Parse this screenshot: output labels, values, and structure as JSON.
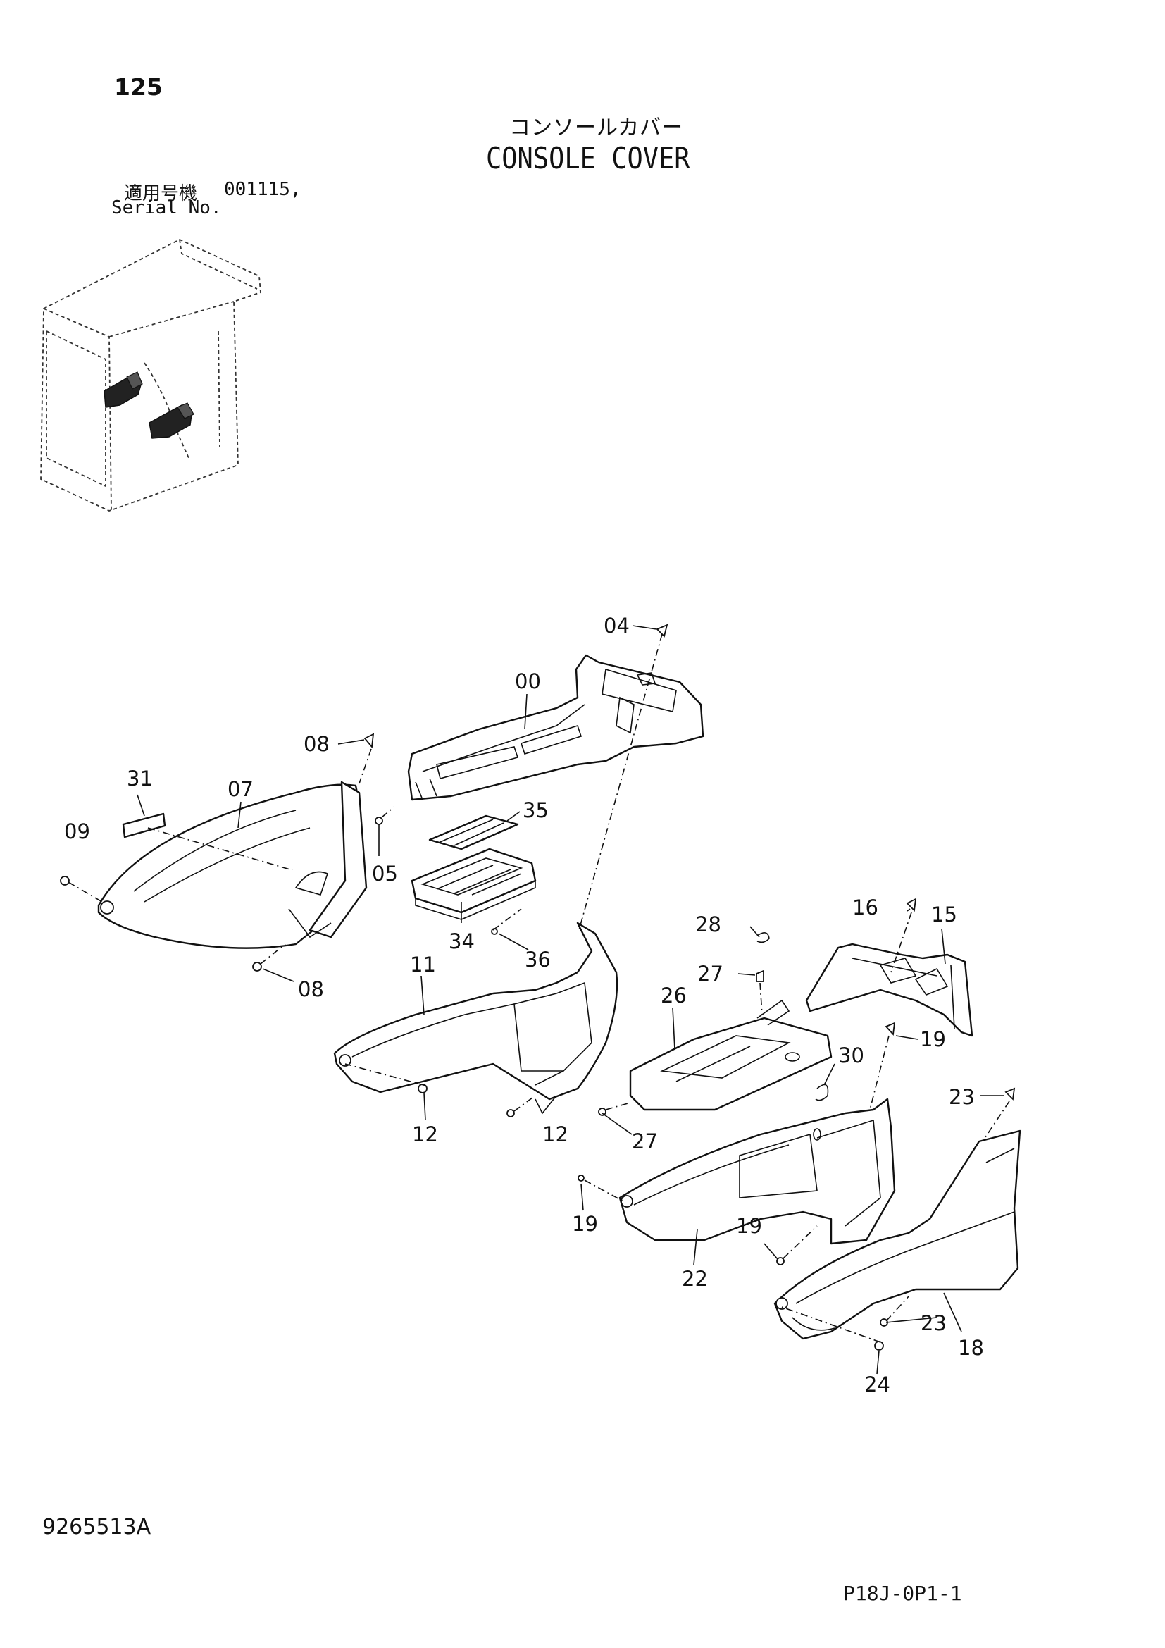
{
  "header": {
    "page_number": "125",
    "title_jp": "コンソールカバー",
    "title_en": "CONSOLE COVER",
    "serial_label_jp": "適用号機",
    "serial_value": "001115,",
    "serial_label_en": "Serial No."
  },
  "footer": {
    "doc_number": "9265513A",
    "page_code": "P18J-0P1-1"
  },
  "callouts": {
    "c00": "00",
    "c04": "04",
    "c05": "05",
    "c07": "07",
    "c08a": "08",
    "c08b": "08",
    "c09": "09",
    "c11": "11",
    "c12a": "12",
    "c12b": "12",
    "c15": "15",
    "c16": "16",
    "c18": "18",
    "c19a": "19",
    "c19b": "19",
    "c19c": "19",
    "c22": "22",
    "c23a": "23",
    "c23b": "23",
    "c24": "24",
    "c26": "26",
    "c27a": "27",
    "c27b": "27",
    "c28": "28",
    "c30": "30",
    "c31": "31",
    "c34": "34",
    "c35": "35",
    "c36": "36"
  }
}
